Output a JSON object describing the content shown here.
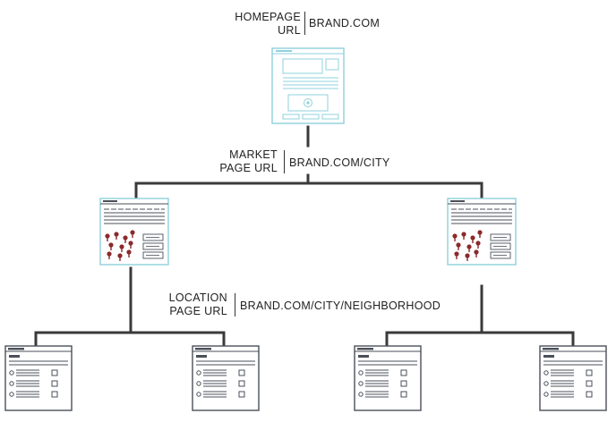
{
  "levels": {
    "homepage": {
      "label_line1": "HOMEPAGE",
      "label_line2": "URL",
      "url": "BRAND.COM"
    },
    "market": {
      "label_line1": "MARKET",
      "label_line2": "PAGE URL",
      "url": "BRAND.COM/CITY"
    },
    "location": {
      "label_line1": "LOCATION",
      "label_line2": "PAGE URL",
      "url": "BRAND.COM/CITY/NEIGHBORHOOD"
    }
  },
  "colors": {
    "connector": "#3a3a3a",
    "homepage_outline": "#8fd0dc",
    "page_outline": "#4a4f58",
    "map_pin": "#8b2a2a"
  }
}
